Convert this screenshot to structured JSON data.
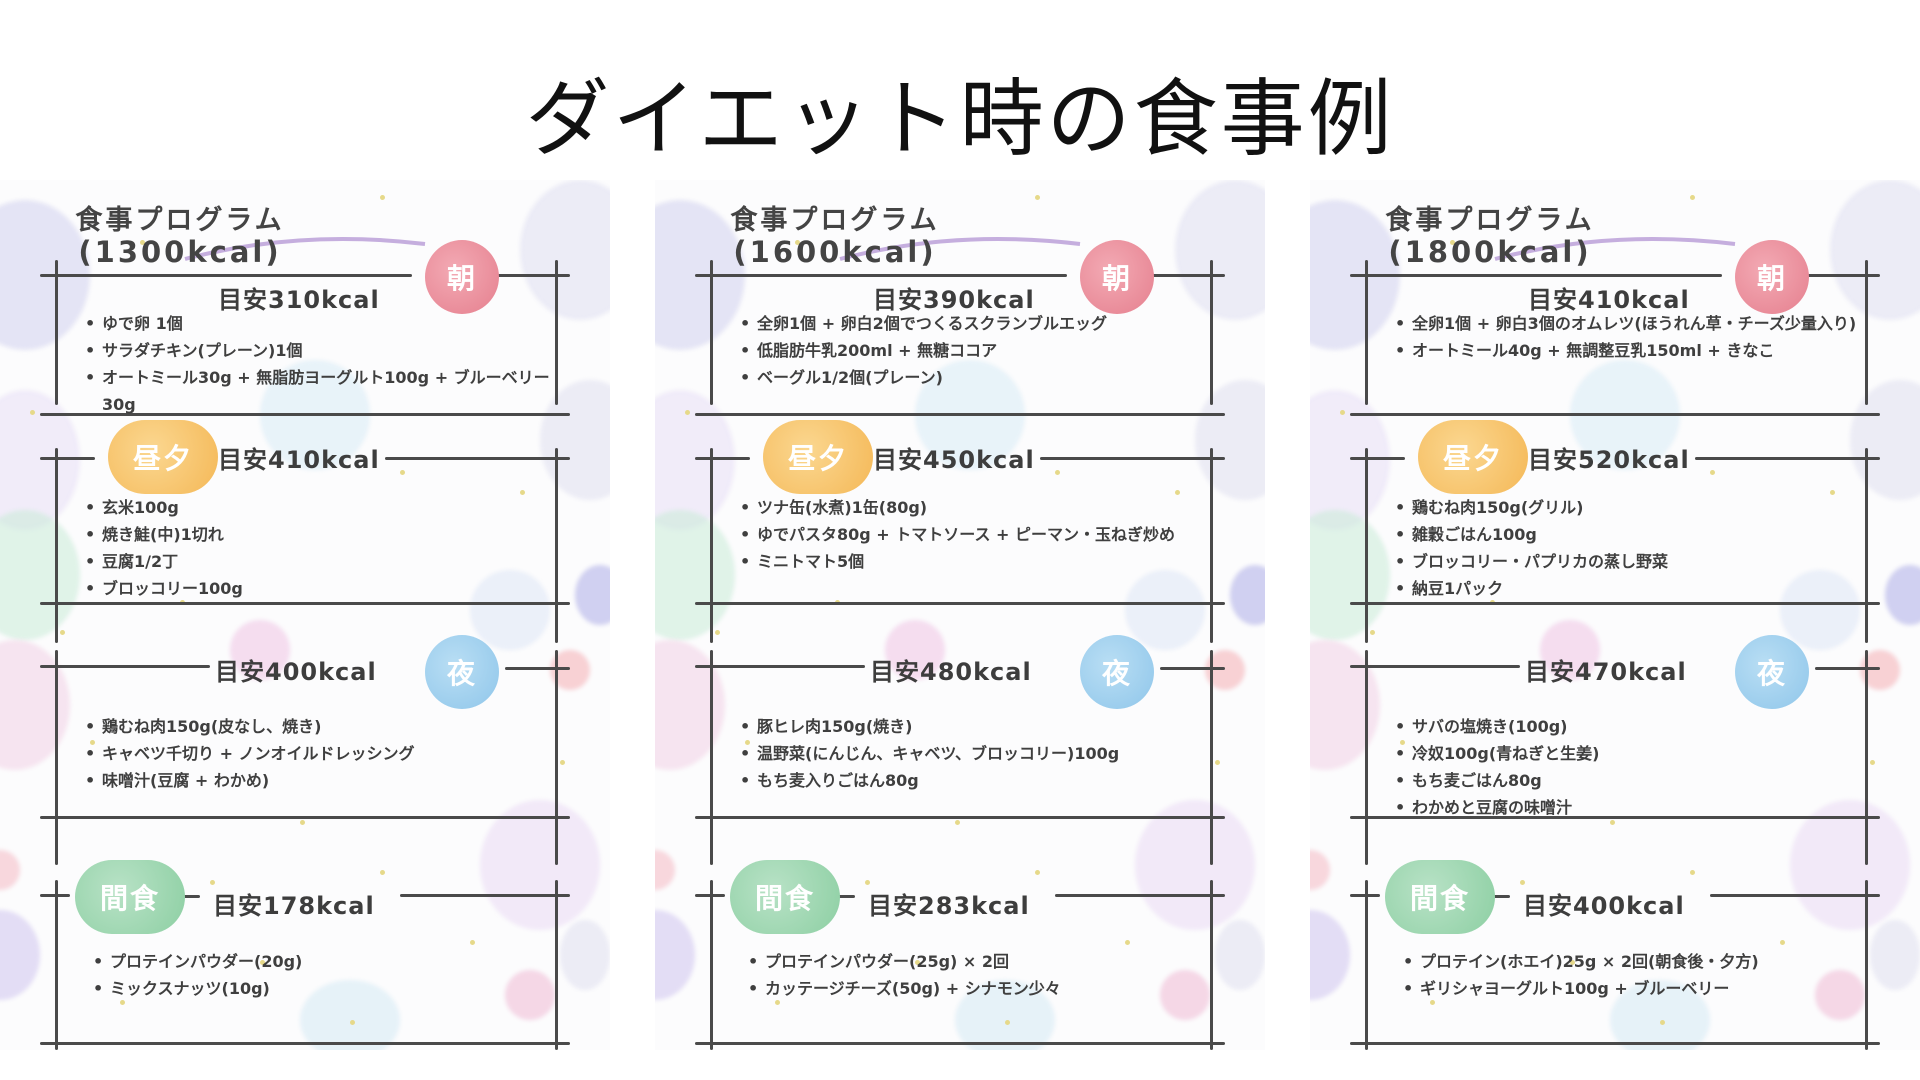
{
  "title": "ダイエット時の食事例",
  "colors": {
    "morning": "#e57f8e",
    "lunch": "#f4b857",
    "dinner": "#8fc6ea",
    "snack": "#8dcfa3",
    "line": "#4a4a4a"
  },
  "cards": [
    {
      "program_label": "食事プログラム",
      "program_kcal": "(1300kcal)",
      "breakfast": {
        "badge": "朝",
        "kcal": "目安310kcal",
        "items": [
          "ゆで卵 1個",
          "サラダチキン(プレーン)1個",
          "オートミール30g + 無脂肪ヨーグルト100g + ブルーベリー30g"
        ]
      },
      "lunch": {
        "badge": "昼夕",
        "kcal": "目安410kcal",
        "items": [
          "玄米100g",
          "焼き鮭(中)1切れ",
          "豆腐1/2丁",
          "ブロッコリー100g"
        ]
      },
      "dinner": {
        "badge": "夜",
        "kcal": "目安400kcal",
        "items": [
          "鶏むね肉150g(皮なし、焼き)",
          "キャベツ千切り + ノンオイルドレッシング",
          "味噌汁(豆腐 + わかめ)"
        ]
      },
      "snack": {
        "badge": "間食",
        "kcal": "目安178kcal",
        "items": [
          "プロテインパウダー(20g)",
          "ミックスナッツ(10g)"
        ]
      }
    },
    {
      "program_label": "食事プログラム",
      "program_kcal": "(1600kcal)",
      "breakfast": {
        "badge": "朝",
        "kcal": "目安390kcal",
        "items": [
          "全卵1個 + 卵白2個でつくるスクランブルエッグ",
          "低脂肪牛乳200ml + 無糖ココア",
          "ベーグル1/2個(プレーン)"
        ]
      },
      "lunch": {
        "badge": "昼夕",
        "kcal": "目安450kcal",
        "items": [
          "ツナ缶(水煮)1缶(80g)",
          "ゆでパスタ80g + トマトソース + ピーマン・玉ねぎ炒め",
          "ミニトマト5個"
        ]
      },
      "dinner": {
        "badge": "夜",
        "kcal": "目安480kcal",
        "items": [
          "豚ヒレ肉150g(焼き)",
          "温野菜(にんじん、キャベツ、ブロッコリー)100g",
          "もち麦入りごはん80g"
        ]
      },
      "snack": {
        "badge": "間食",
        "kcal": "目安283kcal",
        "items": [
          "プロテインパウダー(25g) × 2回",
          "カッテージチーズ(50g) + シナモン少々"
        ]
      }
    },
    {
      "program_label": "食事プログラム",
      "program_kcal": "(1800kcal)",
      "breakfast": {
        "badge": "朝",
        "kcal": "目安410kcal",
        "items": [
          "全卵1個 + 卵白3個のオムレツ(ほうれん草・チーズ少量入り)",
          "オートミール40g + 無調整豆乳150ml + きなこ"
        ]
      },
      "lunch": {
        "badge": "昼夕",
        "kcal": "目安520kcal",
        "items": [
          "鶏むね肉150g(グリル)",
          "雑穀ごはん100g",
          "ブロッコリー・パプリカの蒸し野菜",
          "納豆1パック"
        ]
      },
      "dinner": {
        "badge": "夜",
        "kcal": "目安470kcal",
        "items": [
          "サバの塩焼き(100g)",
          "冷奴100g(青ねぎと生姜)",
          "もち麦ごはん80g",
          "わかめと豆腐の味噌汁"
        ]
      },
      "snack": {
        "badge": "間食",
        "kcal": "目安400kcal",
        "items": [
          "プロテイン(ホエイ)25g × 2回(朝食後・夕方)",
          "ギリシャヨーグルト100g + ブルーベリー"
        ]
      }
    }
  ]
}
